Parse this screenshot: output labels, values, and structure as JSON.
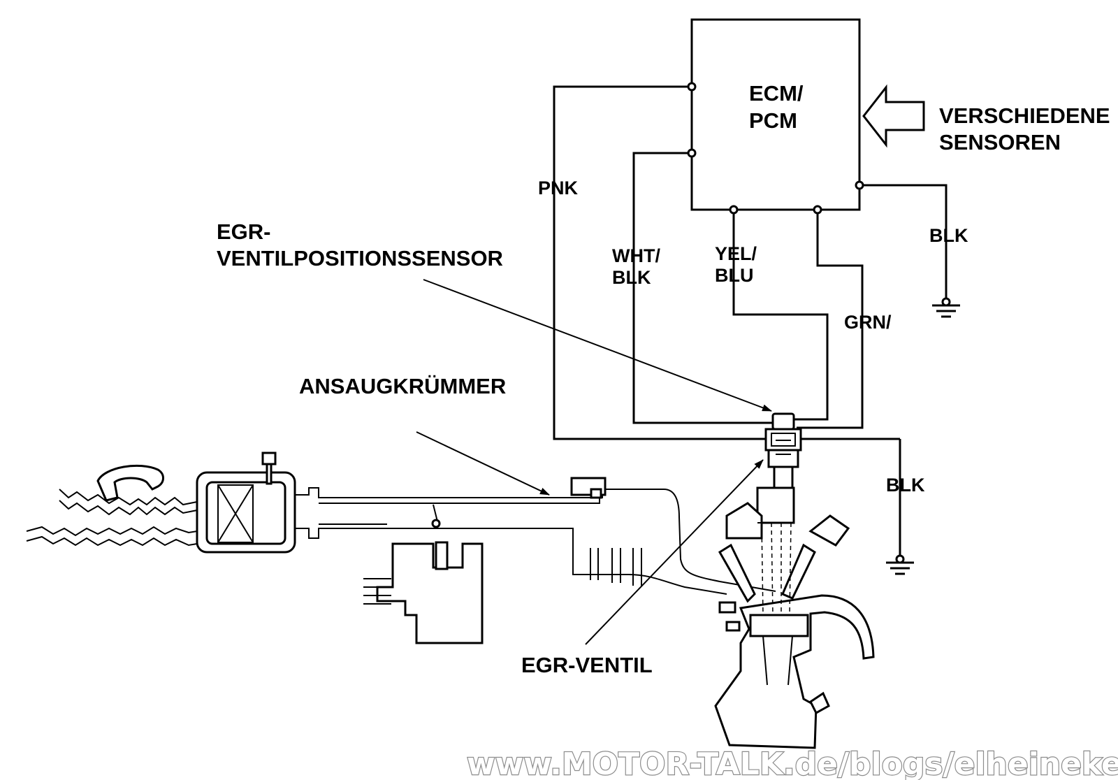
{
  "ecm": {
    "line1": "ECM/",
    "line2": "PCM"
  },
  "sensors_arrow": {
    "line1": "VERSCHIEDENE",
    "line2": "SENSOREN"
  },
  "wires": {
    "pnk": "PNK",
    "wht_blk_1": "WHT/",
    "wht_blk_2": "BLK",
    "yel_blu_1": "YEL/",
    "yel_blu_2": "BLU",
    "grn": "GRN/",
    "blk_top": "BLK",
    "blk_bottom": "BLK"
  },
  "callouts": {
    "egr_sensor_1": "EGR-",
    "egr_sensor_2": "VENTILPOSITIONSSENSOR",
    "intake_manifold": "ANSAUGKRÜMMER",
    "egr_valve": "EGR-VENTIL"
  },
  "watermark": "www.MOTOR-TALK.de/blogs/elheineken/"
}
